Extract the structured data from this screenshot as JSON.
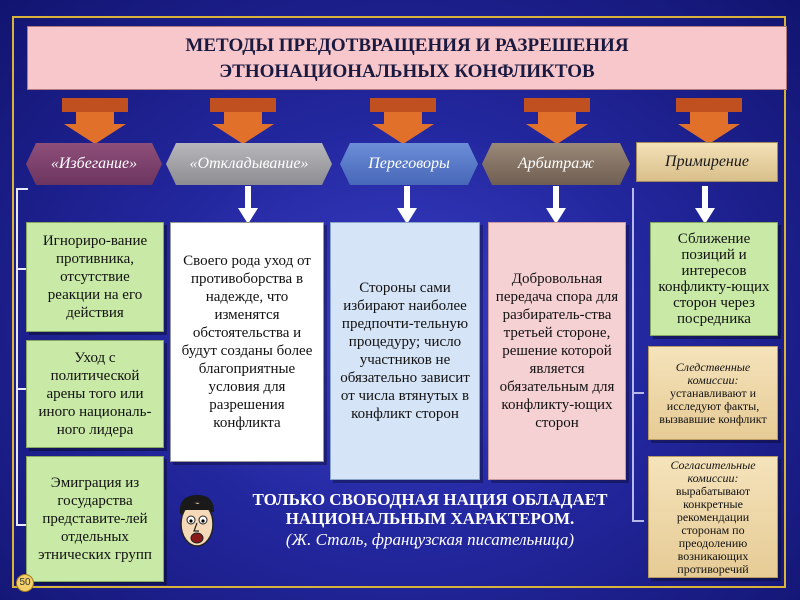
{
  "title": {
    "line1": "МЕТОДЫ ПРЕДОТВРАЩЕНИЯ И РАЗРЕШЕНИЯ",
    "line2": "ЭТНОНАЦИОНАЛЬНЫХ КОНФЛИКТОВ"
  },
  "categories": [
    {
      "label": "«Избегание»"
    },
    {
      "label": "«Откладывание»"
    },
    {
      "label": "Переговоры"
    },
    {
      "label": "Арбитраж"
    },
    {
      "label": "Примирение"
    }
  ],
  "avoidance": {
    "item1": "Игнориро-вание противника, отсутствие реакции на его действия",
    "item2": "Уход с политической арены того или иного националь-ного лидера",
    "item3": "Эмиграция из государства представите-лей отдельных этнических групп"
  },
  "postponement_text": "Своего рода уход от противоборства в надежде, что изменятся обстоятельства и будут созданы более благоприятные условия для разрешения конфликта",
  "negotiation_text": "Стороны сами избирают наиболее предпочти-тельную процедуру; число участников не обязательно зависит от числа втянутых в конфликт сторон",
  "arbitration_text": "Добровольная передача спора для разбиратель-ства третьей стороне, решение которой является обязательным для конфликту-ющих сторон",
  "reconciliation": {
    "main": "Сближение позиций и интересов конфликту-ющих сторон через посредника",
    "investigative_title": "Следственные комиссии:",
    "investigative_text": "устанавливают и исследуют факты, вызвавшие конфликт",
    "conciliation_title": "Согласительные комиссии:",
    "conciliation_text": "вырабатывают конкретные рекомендации сторонам по преодолению возникающих противоречий"
  },
  "quote": {
    "text": "ТОЛЬКО СВОБОДНАЯ НАЦИЯ ОБЛАДАЕТ НАЦИОНАЛЬНЫМ ХАРАКТЕРОМ.",
    "author": "(Ж. Сталь, французская писательница)"
  },
  "page_number": "50",
  "icons": [
    "down-arrow-icon",
    "face-icon"
  ],
  "colors": {
    "background": "#23279e",
    "title_bg": "#f7c7cb",
    "green_box": "#c9e9a6",
    "blue_box": "#d6e4f7",
    "pink_box": "#f6d1d4"
  }
}
